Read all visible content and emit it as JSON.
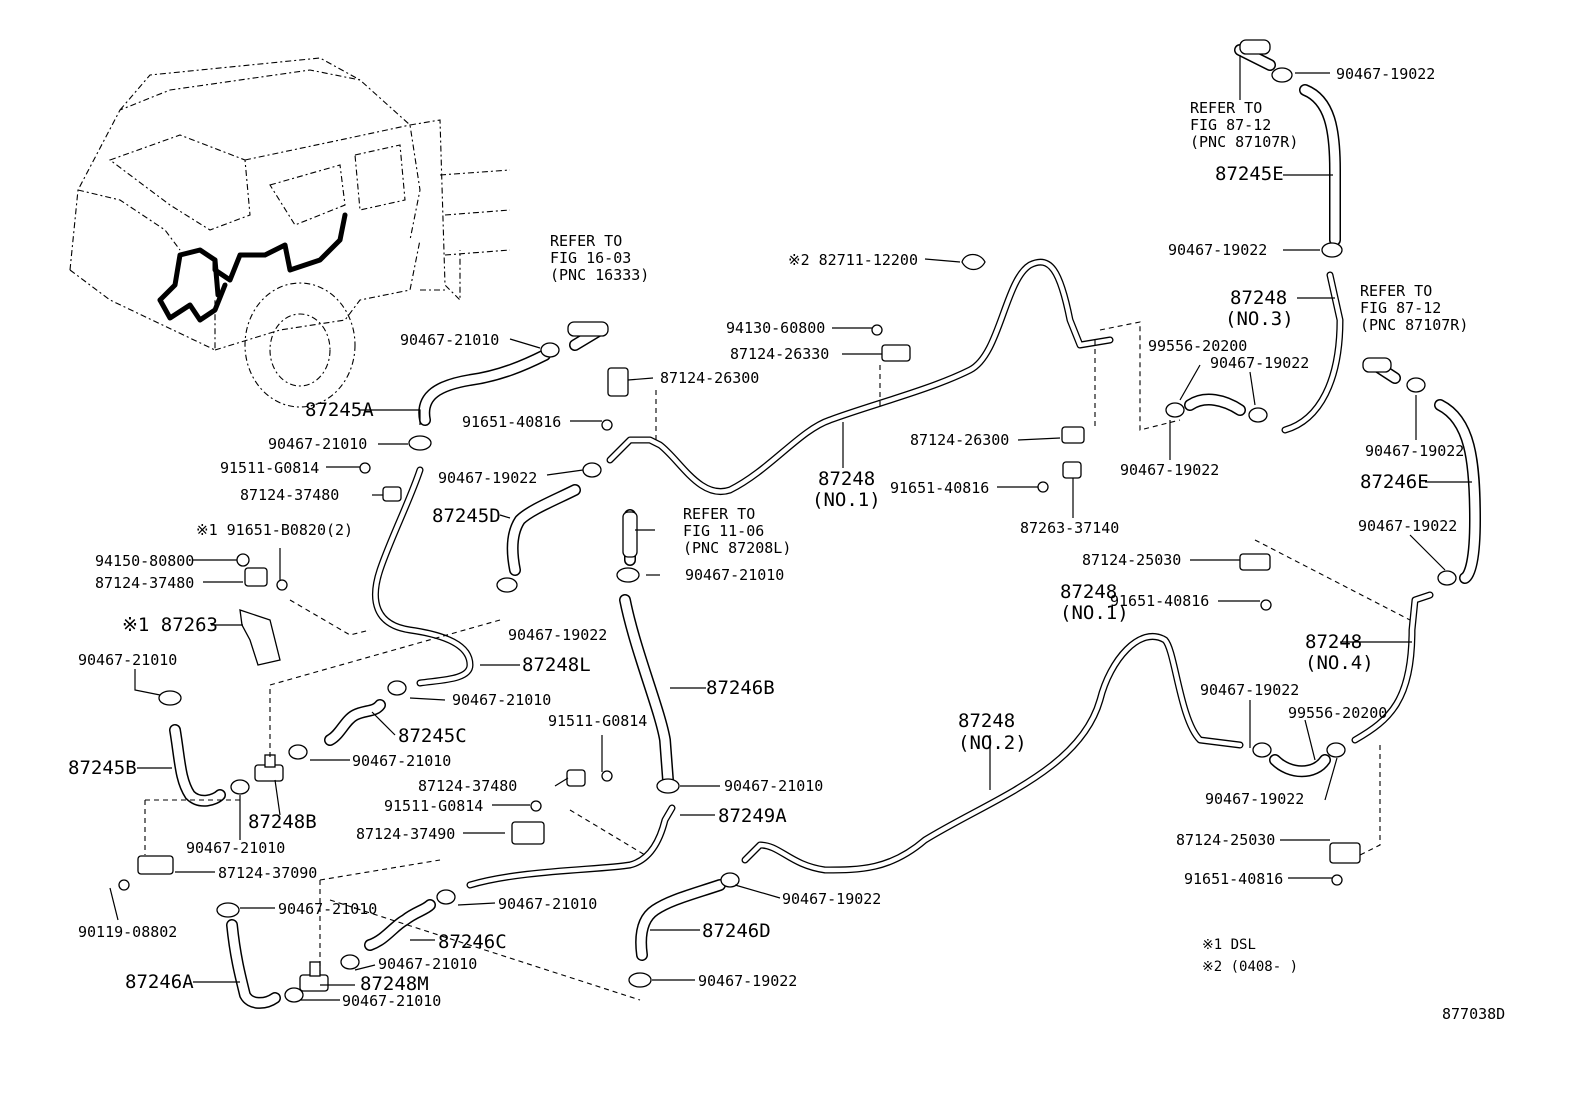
{
  "labels": {
    "refer_16_03": [
      "REFER TO",
      "FIG 16-03",
      "(PNC 16333)"
    ],
    "refer_87_12_top": [
      "REFER TO",
      "FIG 87-12",
      "(PNC 87107R)"
    ],
    "refer_87_12_right": [
      "REFER TO",
      "FIG 87-12",
      "(PNC 87107R)"
    ],
    "refer_11_06": [
      "REFER TO",
      "FIG 11-06",
      "(PNC 87208L)"
    ],
    "p_90467_19022_top": "90467-19022",
    "p_87245E": "87245E",
    "p_90467_19022_e2": "90467-19022",
    "p_87248_no3": [
      "87248",
      "(NO.3)"
    ],
    "p_82711": "※2 82711-12200",
    "p_94130": "94130-60800",
    "p_87124_26330": "87124-26330",
    "p_87124_26300_a": "87124-26300",
    "p_91651_40816_a": "91651-40816",
    "p_90467_21010_a": "90467-21010",
    "p_87245A": "87245A",
    "p_90467_21010_b": "90467-21010",
    "p_91511_G0814_a": "91511-G0814",
    "p_87124_37480_a": "87124-37480",
    "p_90467_19022_d": "90467-19022",
    "p_87245D": "87245D",
    "p_87248_no1_top": [
      "87248",
      "(NO.1)"
    ],
    "p_99556_a": "99556-20200",
    "p_90467_19022_f": "90467-19022",
    "p_90467_19022_g": "90467-19022",
    "p_87124_26300_b": "87124-26300",
    "p_91651_40816_b": "91651-40816",
    "p_87263_37140": "87263-37140",
    "p_90467_19022_h": "90467-19022",
    "p_87246E": "87246E",
    "p_90467_19022_i": "90467-19022",
    "p_91651_B0820": "※1 91651-B0820(2)",
    "p_94150": "94150-80800",
    "p_87124_37480_b": "87124-37480",
    "p_87263": "※1 87263",
    "p_90467_21010_c": "90467-21010",
    "p_90467_21010_refer": "90467-21010",
    "p_90467_19022_j": "90467-19022",
    "p_87124_25030_a": "87124-25030",
    "p_87248_no1_mid": [
      "87248",
      "(NO.1)"
    ],
    "p_91651_40816_c": "91651-40816",
    "p_87248L": "87248L",
    "p_90467_21010_d": "90467-21010",
    "p_87245C": "87245C",
    "p_90467_21010_e": "90467-21010",
    "p_87246B": "87246B",
    "p_87248_no4": [
      "87248",
      "(NO.4)"
    ],
    "p_87248_no2": [
      "87248",
      "(NO.2)"
    ],
    "p_90467_19022_k": "90467-19022",
    "p_99556_b": "99556-20200",
    "p_90467_19022_l": "90467-19022",
    "p_87245B": "87245B",
    "p_87248B": "87248B",
    "p_90467_21010_f": "90467-21010",
    "p_91511_G0814_b": "91511-G0814",
    "p_87124_37480_c": "87124-37480",
    "p_91511_G0814_c": "91511-G0814",
    "p_87124_37490": "87124-37490",
    "p_90467_21010_g": "90467-21010",
    "p_87249A": "87249A",
    "p_87124_37090": "87124-37090",
    "p_90119": "90119-08802",
    "p_90467_21010_h": "90467-21010",
    "p_90467_21010_i": "90467-21010",
    "p_87246C": "87246C",
    "p_90467_21010_j": "90467-21010",
    "p_87248M": "87248M",
    "p_90467_21010_k": "90467-21010",
    "p_87246A": "87246A",
    "p_90467_19022_m": "90467-19022",
    "p_87246D": "87246D",
    "p_90467_19022_n": "90467-19022",
    "p_87124_25030_b": "87124-25030",
    "p_91651_40816_d": "91651-40816",
    "note_1": "※1 DSL",
    "note_2": "※2 (0408-     )",
    "fig_code": "877038D"
  }
}
